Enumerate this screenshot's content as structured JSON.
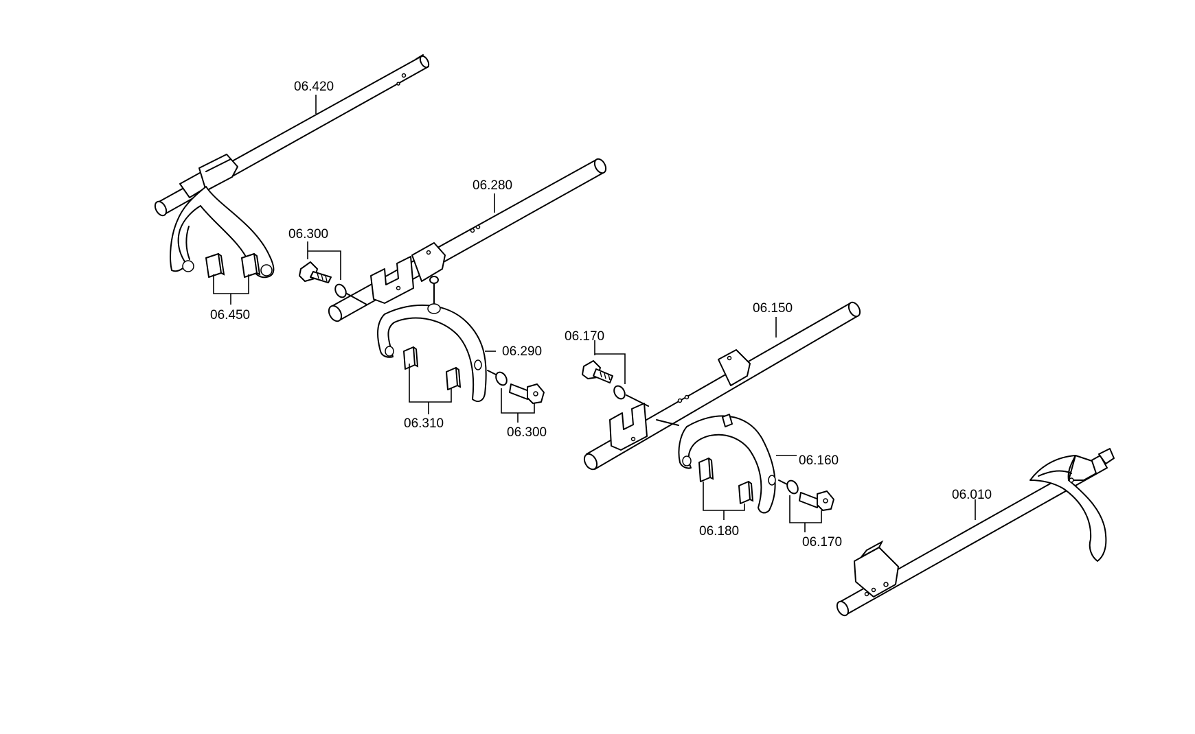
{
  "callouts": {
    "c_420": "06.420",
    "c_450": "06.450",
    "c_300_top": "06.300",
    "c_280": "06.280",
    "c_290": "06.290",
    "c_310": "06.310",
    "c_300_bottom": "06.300",
    "c_170_top": "06.170",
    "c_150": "06.150",
    "c_160": "06.160",
    "c_180": "06.180",
    "c_170_bottom": "06.170",
    "c_010": "06.010"
  },
  "colors": {
    "line": "#000000",
    "background": "#ffffff"
  }
}
